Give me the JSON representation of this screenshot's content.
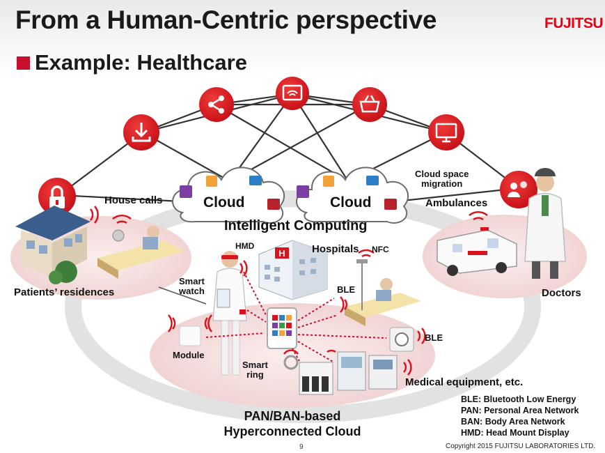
{
  "title": "From a Human-Centric perspective",
  "logo": "FUJITSU",
  "subtitle": "Example: Healthcare",
  "clouds": [
    "Cloud",
    "Cloud"
  ],
  "intelligent_computing": "Intelligent Computing",
  "labels": {
    "house_calls": "House calls",
    "cloud_space_migration": "Cloud space\nmigration",
    "ambulances": "Ambulances",
    "hmd": "HMD",
    "hospitals": "Hospitals",
    "nfc": "NFC",
    "patients_residences": "Patients’ residences",
    "smart_watch": "Smart\nwatch",
    "ble_top": "BLE",
    "ble_right": "BLE",
    "doctors": "Doctors",
    "module": "Module",
    "smart_ring": "Smart\nring",
    "medical_equipment": "Medical equipment, etc."
  },
  "pan_ban": {
    "line1": "PAN/BAN-based",
    "line2": "Hyperconnected Cloud"
  },
  "legend": [
    "BLE: Bluetooth Low Energy",
    "PAN: Personal Area Network",
    "BAN: Body Area Network",
    "HMD: Head Mount Display"
  ],
  "page_number": "9",
  "copyright": "Copyright 2015 FUJITSU LABORATORIES LTD.",
  "colors": {
    "accent_red": "#e60012",
    "node_red": "#d9141e",
    "ring_grey": "#dcdcdc",
    "zone_pink": "#f3dada"
  },
  "icons": [
    "lock-icon",
    "download-icon",
    "share-icon",
    "wifi-screen-icon",
    "basket-icon",
    "monitor-icon",
    "people-icon"
  ]
}
